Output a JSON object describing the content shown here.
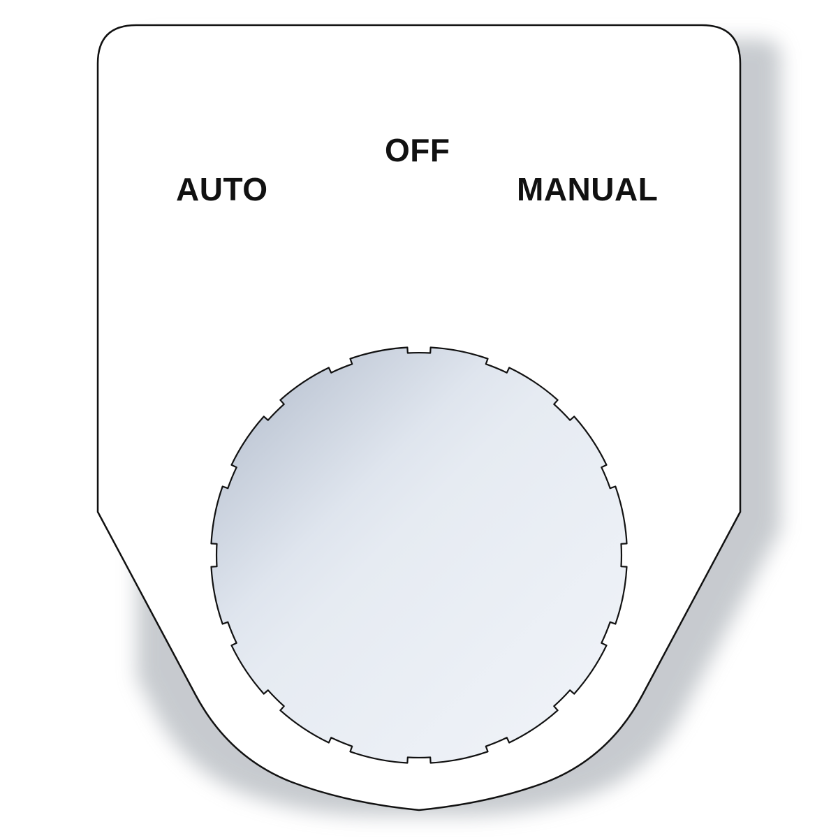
{
  "legend_plate": {
    "positions": {
      "left": "AUTO",
      "center": "OFF",
      "right": "MANUAL"
    }
  },
  "colors": {
    "plate": "#ffffff",
    "outline": "#111111",
    "shadow": "#8f949c",
    "cutout_light": "#f3f6fb",
    "cutout_dark": "#b3bccb"
  }
}
